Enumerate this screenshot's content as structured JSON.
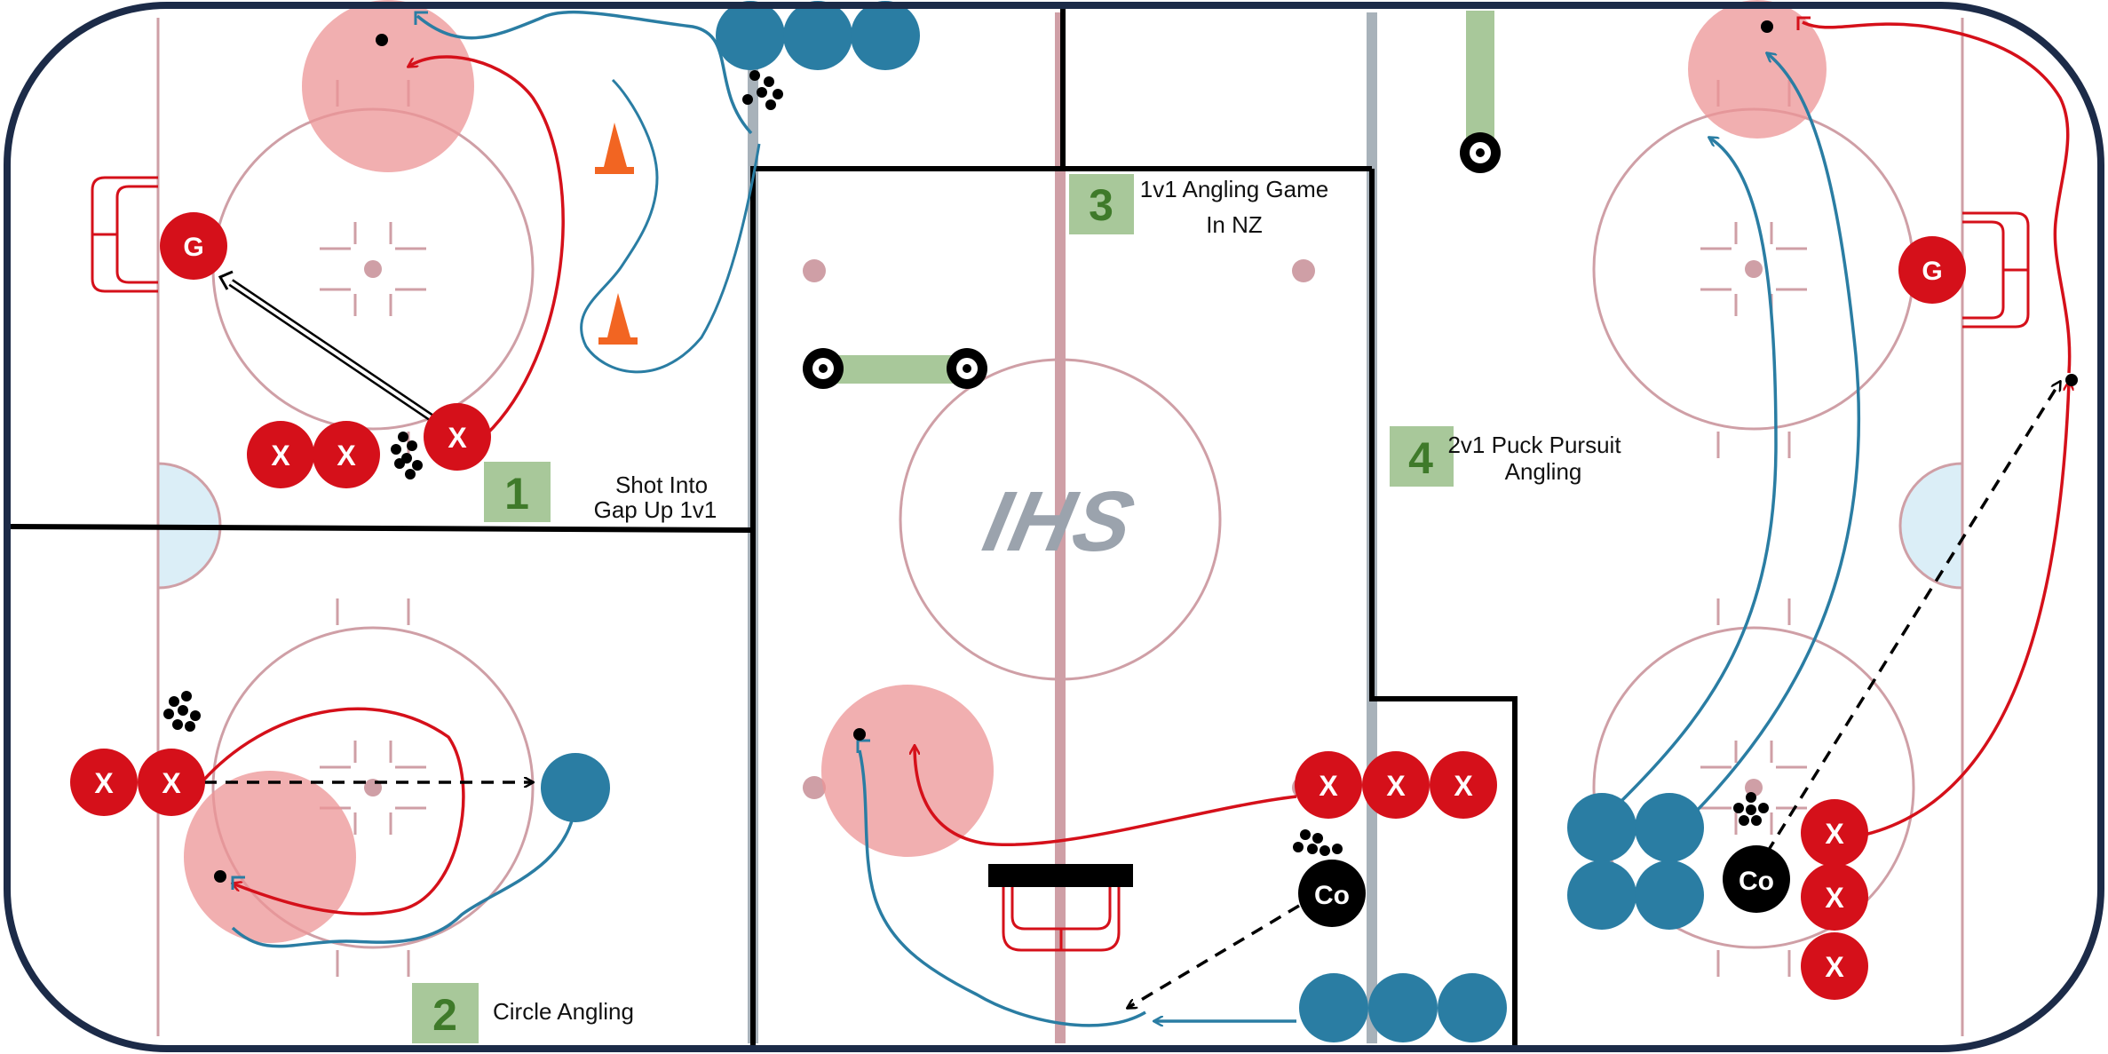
{
  "logo": {
    "text": "IHS"
  },
  "stations": [
    {
      "number": "1",
      "line1": "Shot Into",
      "line2": "Gap Up 1v1"
    },
    {
      "number": "2",
      "line1": "Circle Angling"
    },
    {
      "number": "3",
      "line1": "1v1 Angling Game",
      "line2": "In NZ"
    },
    {
      "number": "4",
      "line1": "2v1 Puck Pursuit",
      "line2": "Angling"
    }
  ],
  "player_labels": {
    "forward": "X",
    "goalie": "G",
    "coach": "Co"
  },
  "colors": {
    "red_player": "#d5101a",
    "blue_player": "#2a7da3",
    "zone_circle": "#ec9496",
    "station_box": "#a8c89a",
    "station_number": "#3f7a2a",
    "rink_lines": "#cf9fa6",
    "blue_line": "#a8b2ba",
    "crease": "#dbeef7",
    "cone": "#f26522",
    "boards": "#1c2b48"
  },
  "icons": [
    "cone-icon",
    "tire-icon",
    "puck-pile-icon",
    "net-icon"
  ]
}
